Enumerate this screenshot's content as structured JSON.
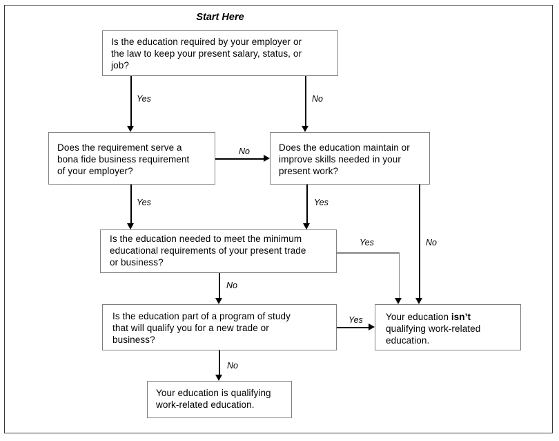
{
  "title": "Start Here",
  "nodes": {
    "q1": "Is the education required by your employer or\nthe law to keep your present salary, status, or\njob?",
    "q2": "Does the requirement serve a\nbona fide business requirement\nof your employer?",
    "q3": "Does the education maintain or\nimprove skills needed in your\npresent work?",
    "q4": "Is the education needed to meet the minimum\neducational requirements of your present trade\nor business?",
    "q5": "Is the education part of a program of study\nthat will qualify you for a new trade or\nbusiness?",
    "result_not": {
      "prefix": "Your education ",
      "bold": "isn’t",
      "suffix": "\nqualifying work-related\neducation."
    },
    "result_yes": "Your education is qualifying\nwork-related education."
  },
  "edge_labels": {
    "q1_yes": "Yes",
    "q1_no": "No",
    "q2_no": "No",
    "q2_yes": "Yes",
    "q3_yes": "Yes",
    "q3_no": "No",
    "q4_yes": "Yes",
    "q4_no": "No",
    "q5_yes": "Yes",
    "q5_no": "No"
  },
  "colors": {
    "background": "#ffffff",
    "text": "#000000",
    "box_border": "#7f7f7f",
    "frame_border": "#3a3a3a",
    "connector": "#000000",
    "elbow_connector": "#828282"
  }
}
